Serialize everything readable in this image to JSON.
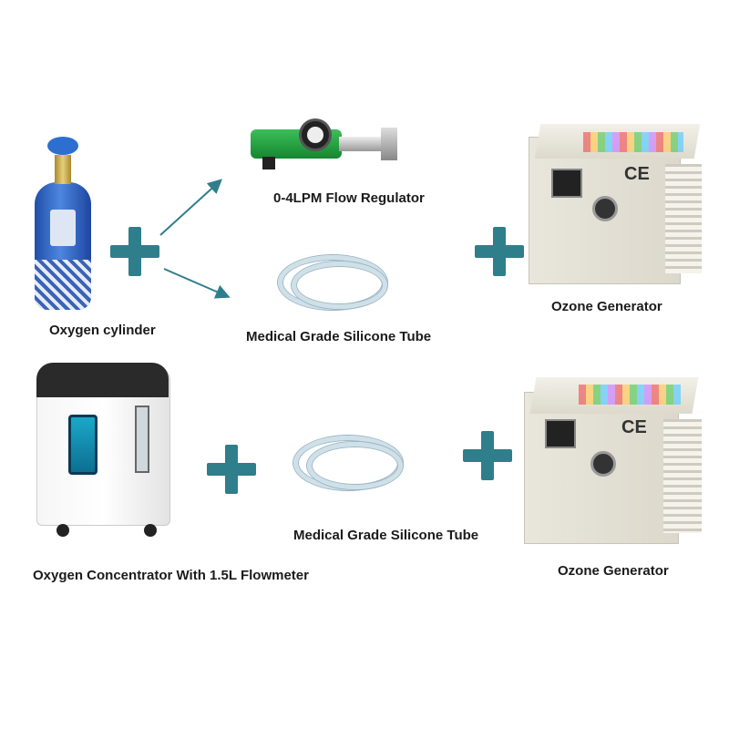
{
  "row1": {
    "cylinder_label": "Oxygen cylinder",
    "regulator_label": "0-4LPM Flow Regulator",
    "tube_label": "Medical Grade Silicone Tube",
    "ozone_label": "Ozone Generator"
  },
  "row2": {
    "concentrator_label": "Oxygen Concentrator With 1.5L Flowmeter",
    "tube_label": "Medical Grade Silicone Tube",
    "ozone_label": "Ozone Generator"
  },
  "colors": {
    "accent": "#2f7e8c"
  }
}
